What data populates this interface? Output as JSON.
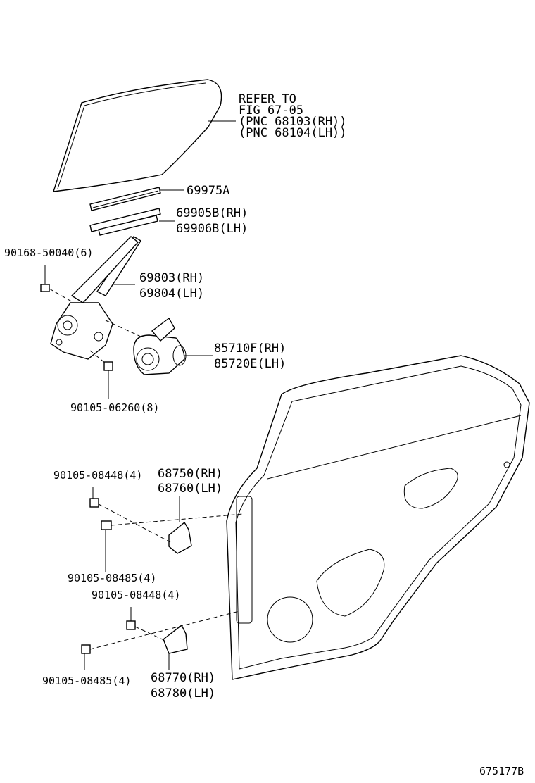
{
  "diagram_code": "675177B",
  "refer": {
    "line1": "REFER TO",
    "line2": "FIG 67-05",
    "line3": "(PNC 68103(RH))",
    "line4": "(PNC 68104(LH))"
  },
  "parts": {
    "p69975A": "69975A",
    "p69905B": "69905B(RH)",
    "p69906B": "69906B(LH)",
    "p90168": "90168-50040(6)",
    "p69803": "69803(RH)",
    "p69804": "69804(LH)",
    "p85710F": "85710F(RH)",
    "p85720E": "85720E(LH)",
    "p90105_06260": "90105-06260(8)",
    "p90105_08448_a": "90105-08448(4)",
    "p68750": "68750(RH)",
    "p68760": "68760(LH)",
    "p90105_08485_a": "90105-08485(4)",
    "p90105_08448_b": "90105-08448(4)",
    "p90105_08485_b": "90105-08485(4)",
    "p68770": "68770(RH)",
    "p68780": "68780(LH)"
  }
}
